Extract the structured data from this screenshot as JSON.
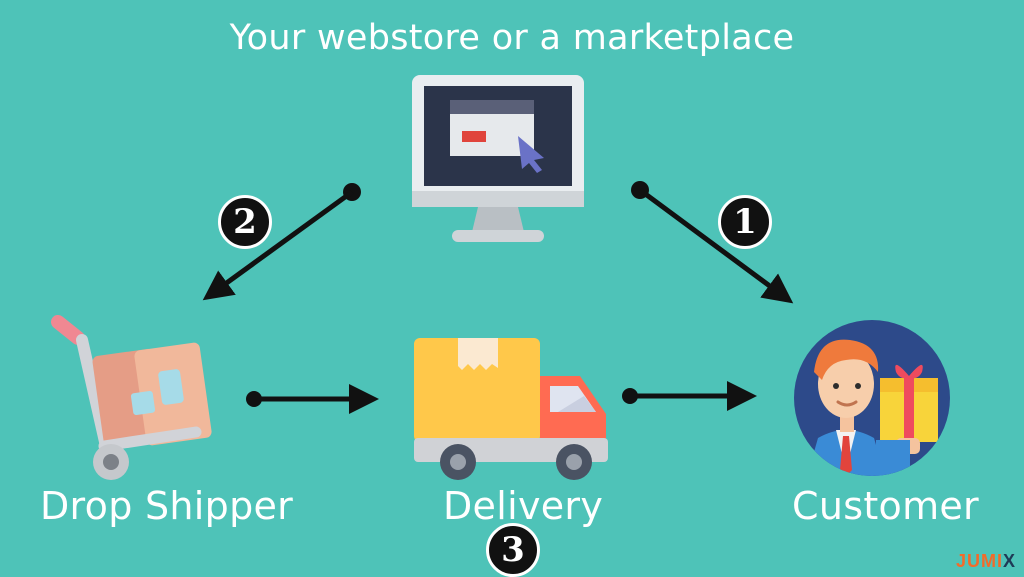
{
  "title": "Your webstore or a marketplace",
  "nodes": {
    "drop_shipper": "Drop Shipper",
    "delivery": "Delivery",
    "customer": "Customer"
  },
  "steps": {
    "one": "1",
    "two": "2",
    "three": "3"
  },
  "brand": {
    "main": "JUMI",
    "accent": "X"
  },
  "colors": {
    "background": "#4ec3b8",
    "arrow": "#111111",
    "truck_box": "#ffc84a",
    "truck_cab": "#ff6b52",
    "monitor_frame": "#e9edf0",
    "monitor_screen": "#2b344a",
    "avatar_bg": "#2d4a8a",
    "gift": "#f8d43a"
  },
  "icons": [
    "computer-monitor-icon",
    "hand-truck-icon",
    "delivery-truck-icon",
    "customer-avatar-icon"
  ]
}
